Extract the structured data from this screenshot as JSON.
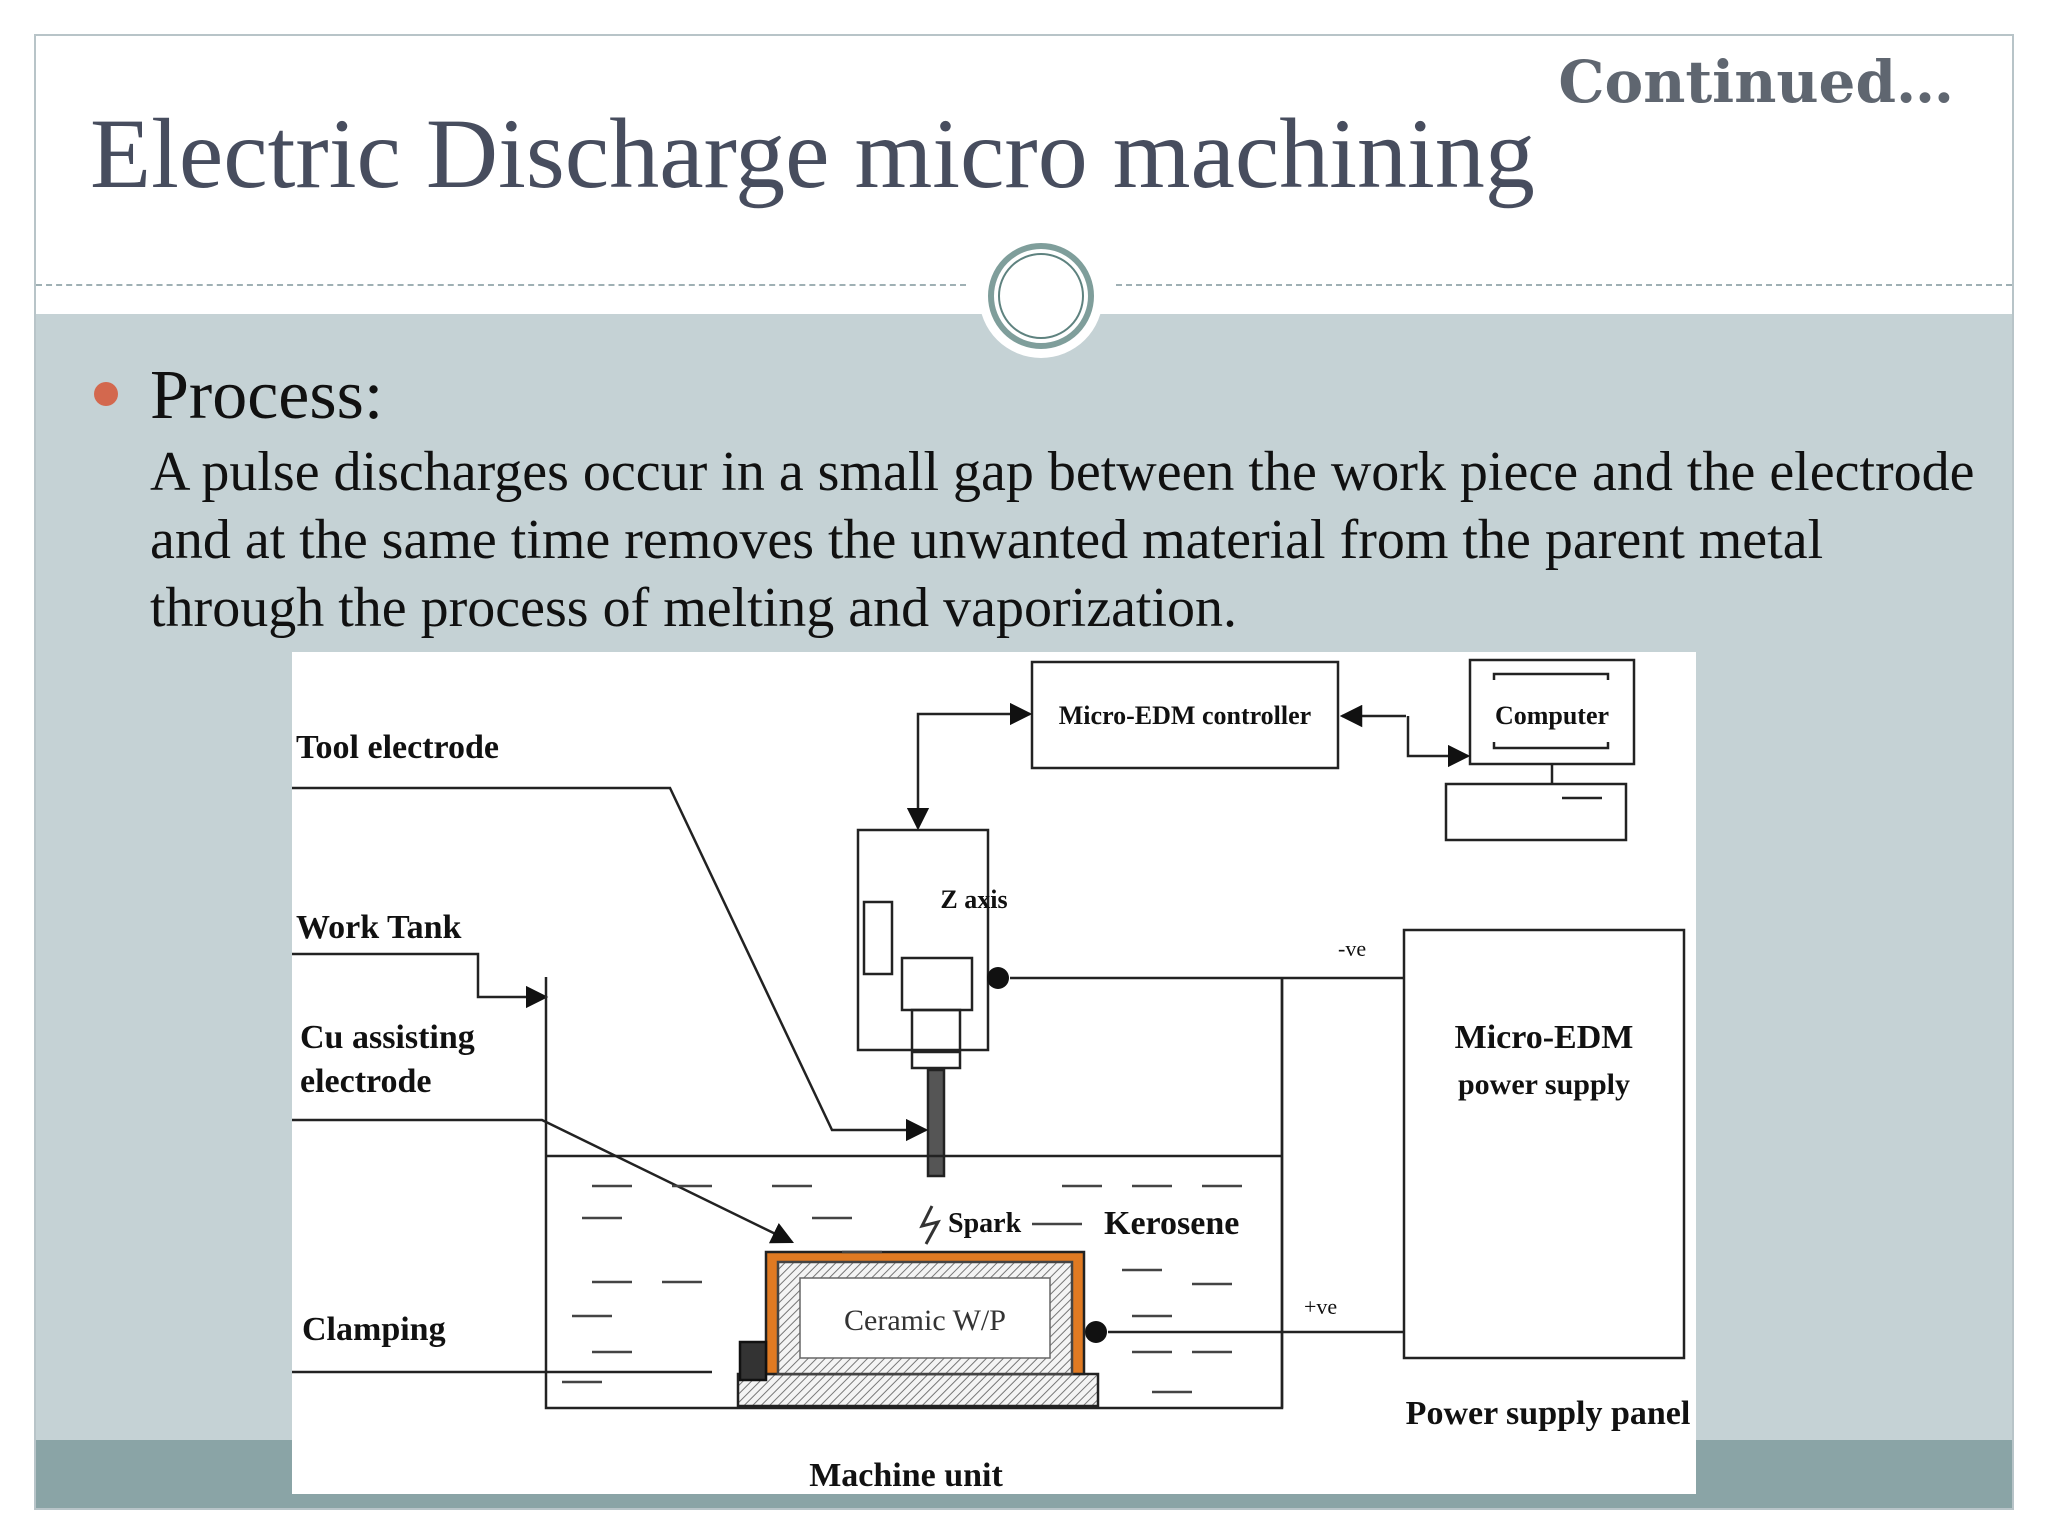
{
  "slide": {
    "continued": "Continued…",
    "title": "Electric Discharge micro machining",
    "bullet": {
      "heading": "Process:",
      "text": "A pulse discharges occur in a small gap between the work piece and the electrode and at the same time removes the unwanted material from the parent metal through the process of melting and vaporization."
    }
  },
  "diagram": {
    "labels": {
      "tool_electrode": "Tool electrode",
      "work_tank": "Work Tank",
      "cu_assisting_1": "Cu assisting",
      "cu_assisting_2": "electrode",
      "clamping": "Clamping",
      "controller": "Micro-EDM controller",
      "computer": "Computer",
      "z_axis": "Z axis",
      "negative": "-ve",
      "positive": "+ve",
      "power_supply_1": "Micro-EDM",
      "power_supply_2": "power supply",
      "spark": "Spark",
      "kerosene": "Kerosene",
      "ceramic": "Ceramic W/P",
      "power_panel": "Power supply panel",
      "machine_unit": "Machine unit"
    }
  },
  "colors": {
    "title": "#474d5e",
    "content_bg": "#c5d2d5",
    "footer_band": "#8aa4a6",
    "bullet": "#d3684e",
    "copper_electrode": "#e07a22"
  }
}
